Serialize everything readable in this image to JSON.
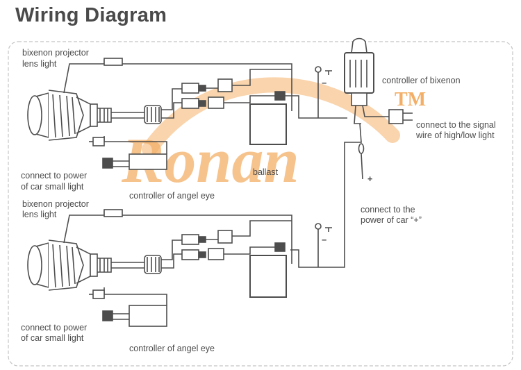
{
  "title": "Wiring Diagram",
  "watermark": {
    "text": "Ronan",
    "trademark": "TM",
    "color": "#f2a24d"
  },
  "labels": {
    "bixenon_top_l1": "bixenon projector",
    "bixenon_top_l2": "lens light",
    "controller_bixenon": "controller of bixenon",
    "signal_l1": "connect to the signal",
    "signal_l2": "wire of high/low light",
    "ballast": "ballast",
    "power_small_top_l1": "connect to power",
    "power_small_top_l2": "of car small light",
    "angel_top": "controller of angel eye",
    "plus": "+",
    "minus_top": "−",
    "power_plus_l1": "connect to the",
    "power_plus_l2": "power of car “+”",
    "bixenon_bot_l1": "bixenon projector",
    "bixenon_bot_l2": "lens light",
    "minus_bot": "−",
    "power_small_bot_l1": "connect to power",
    "power_small_bot_l2": "of car small light",
    "angel_bot": "controller of angel eye"
  },
  "colors": {
    "line": "#4d4d4d",
    "text": "#4b4b4b",
    "frame": "#bdbdbd"
  }
}
